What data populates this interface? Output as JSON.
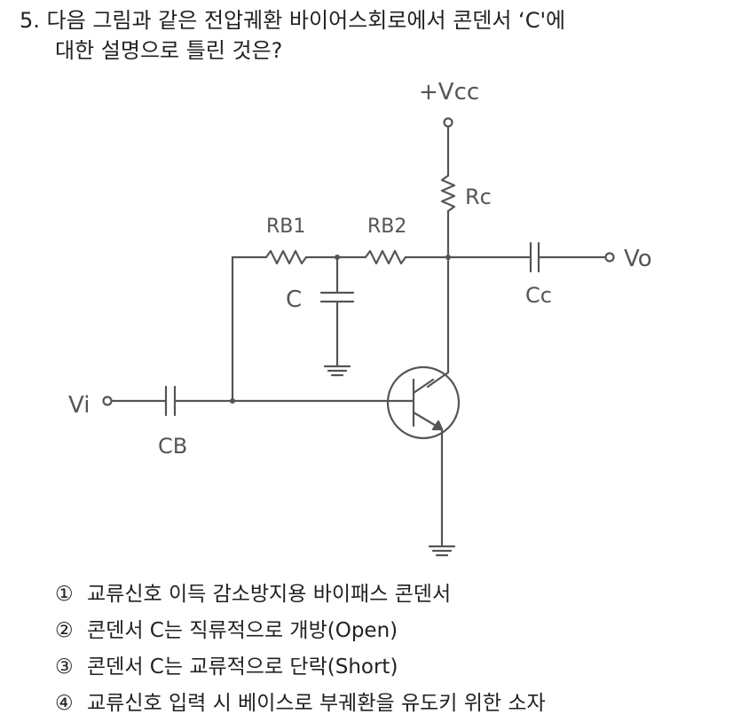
{
  "question": {
    "line1": "5. 다음 그림과 같은 전압궤환 바이어스회로에서 콘덴서 ‘C'에",
    "line2": "대한 설명으로 틀린 것은?"
  },
  "circuit": {
    "vcc": "+Vcc",
    "rc": "Rc",
    "rb1": "RB1",
    "rb2": "RB2",
    "c": "C",
    "cc": "Cc",
    "cb": "CB",
    "vi": "Vi",
    "vo": "Vo"
  },
  "choices": [
    {
      "num": "①",
      "text": "교류신호 이득 감소방지용 바이패스 콘덴서"
    },
    {
      "num": "②",
      "text": "콘덴서 C는 직류적으로 개방(Open)"
    },
    {
      "num": "③",
      "text": "콘덴서 C는 교류적으로 단락(Short)"
    },
    {
      "num": "④",
      "text": "교류신호 입력 시 베이스로 부궤환을 유도키 위한 소자"
    }
  ]
}
